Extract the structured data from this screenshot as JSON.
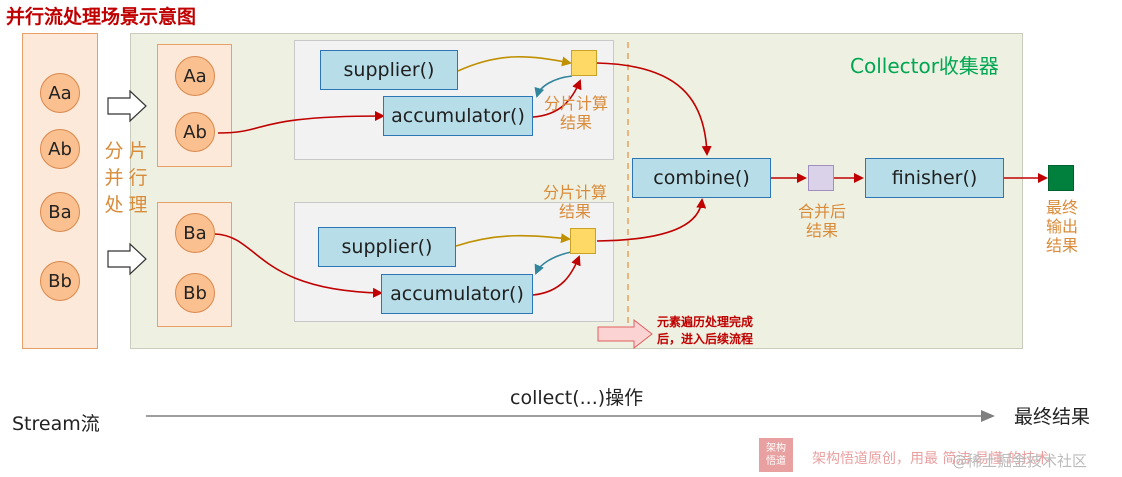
{
  "title": "并行流处理场景示意图",
  "stream_items": [
    "Aa",
    "Ab",
    "Ba",
    "Bb"
  ],
  "partition_label_lines": [
    "分",
    "片",
    "并",
    "行",
    "处",
    "理"
  ],
  "partitions": [
    {
      "items": [
        "Aa",
        "Ab"
      ],
      "supplier": "supplier()",
      "accumulator": "accumulator()"
    },
    {
      "items": [
        "Ba",
        "Bb"
      ],
      "supplier": "supplier()",
      "accumulator": "accumulator()"
    }
  ],
  "partial_result_label": [
    "分片计算",
    "结果"
  ],
  "collector_label": "Collector收集器",
  "combine": "combine()",
  "merged_label": [
    "合并后",
    "结果"
  ],
  "finisher": "finisher()",
  "output_label": [
    "最终",
    "输出",
    "结果"
  ],
  "note": [
    "元素遍历处理完成",
    "后，进入后续流程"
  ],
  "timeline": {
    "stream": "Stream流",
    "collect": "collect(...)操作",
    "final": "最终结果"
  },
  "watermark": {
    "logo": [
      "架构",
      "悟道"
    ],
    "text": "架构悟道原创，用最 简洁 易懂 的技术",
    "overlay": "@稀土掘金技术社区"
  },
  "colors": {
    "title": "#c00000",
    "collector": "#00a651",
    "partition_fill": "#fde9d9",
    "circle": "#fac090",
    "function_box": "#b7dde8",
    "partial_result": "#ffd966",
    "merged_result": "#d9d2e9",
    "final_output": "#00803c",
    "arrow": "#c00000"
  }
}
